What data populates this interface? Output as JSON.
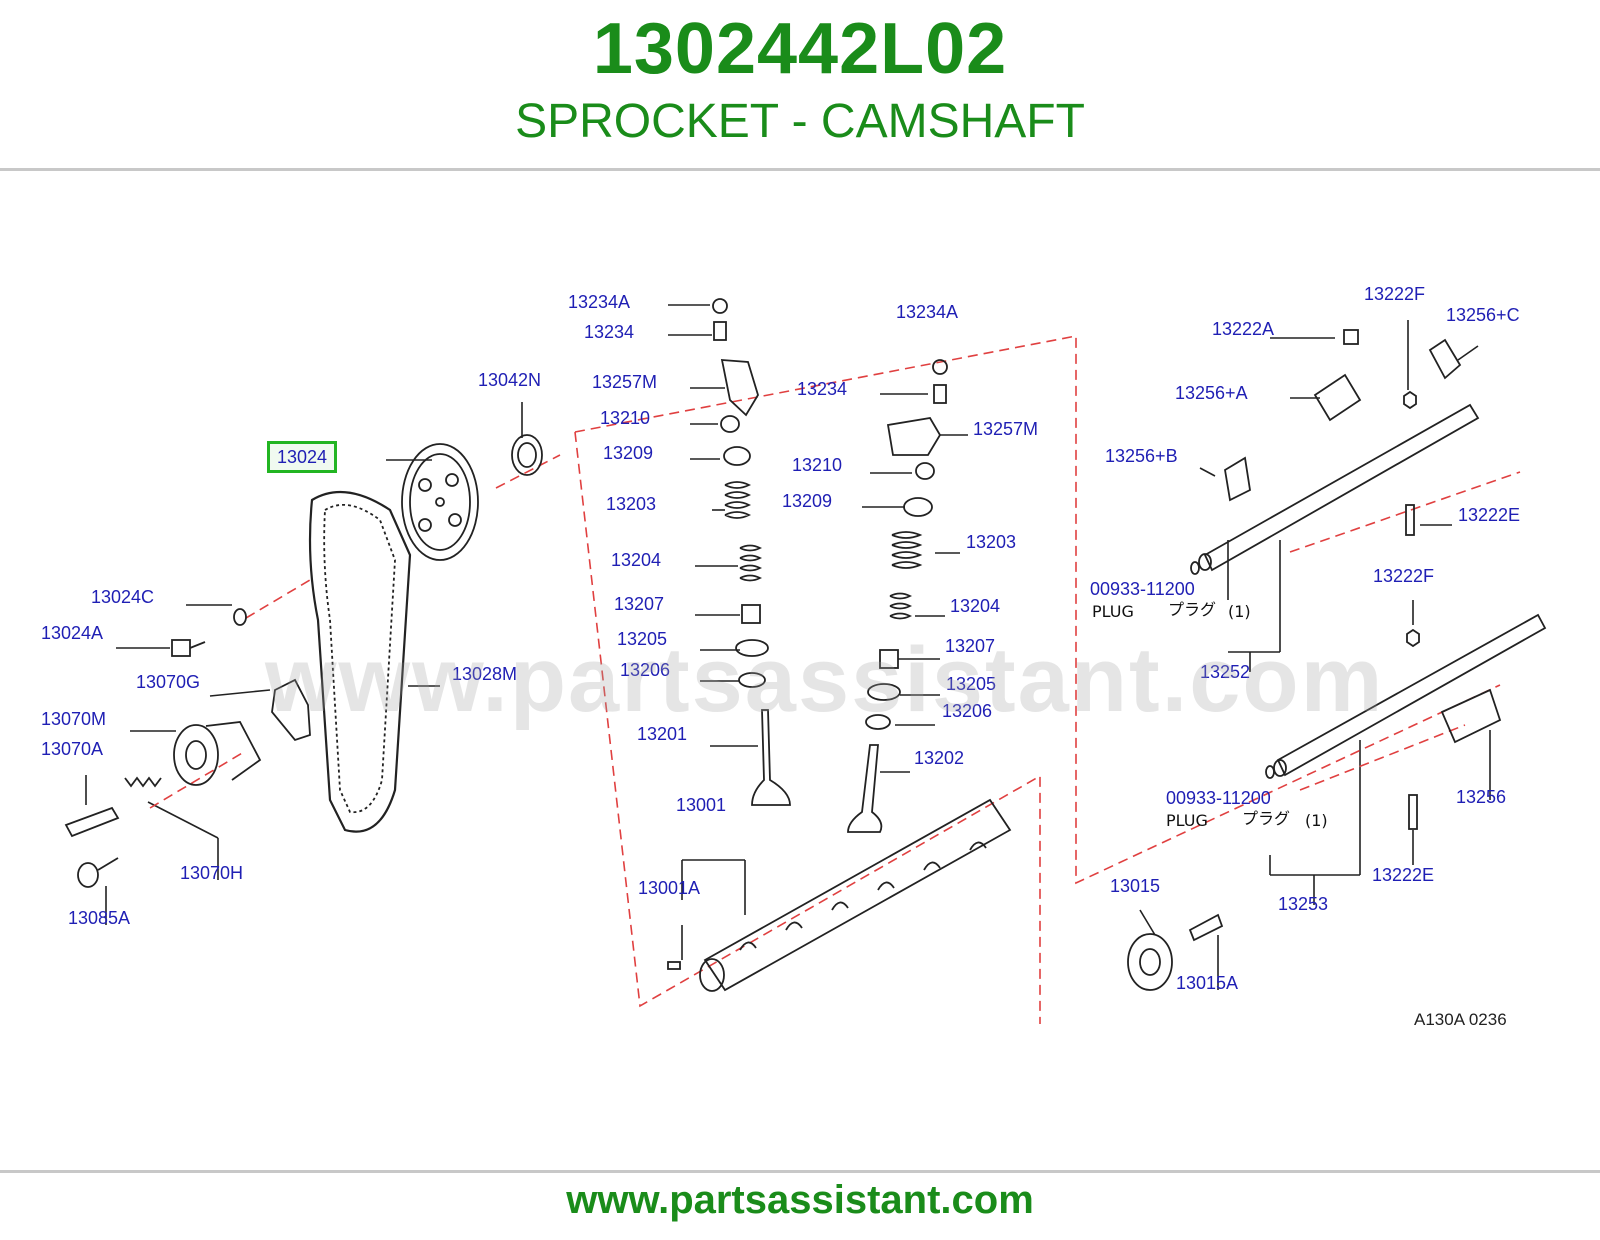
{
  "header": {
    "part_number": "1302442L02",
    "part_name": "SPROCKET - CAMSHAFT"
  },
  "diagram": {
    "highlighted_label": "13024",
    "callouts": {
      "c13234A_l": "13234A",
      "c13234_l": "13234",
      "c13257M_l": "13257M",
      "c13210_l": "13210",
      "c13209_l": "13209",
      "c13203_l": "13203",
      "c13204_l": "13204",
      "c13207_l": "13207",
      "c13205_l": "13205",
      "c13206_l": "13206",
      "c13201": "13201",
      "c13001": "13001",
      "c13001A": "13001A",
      "c13234A_r": "13234A",
      "c13234_r": "13234",
      "c13257M_r": "13257M",
      "c13210_r": "13210",
      "c13209_r": "13209",
      "c13203_r": "13203",
      "c13204_r": "13204",
      "c13207_r": "13207",
      "c13205_r": "13205",
      "c13206_r": "13206",
      "c13202": "13202",
      "c13042N": "13042N",
      "c13024C": "13024C",
      "c13024A": "13024A",
      "c13070G": "13070G",
      "c13028M": "13028M",
      "c13070M": "13070M",
      "c13070A": "13070A",
      "c13070H": "13070H",
      "c13085A": "13085A",
      "c13222F_t": "13222F",
      "c13222A": "13222A",
      "c13256C": "13256+C",
      "c13256A": "13256+A",
      "c13256B": "13256+B",
      "c13222E_t": "13222E",
      "c00933_t": "00933-11200",
      "c13252": "13252",
      "c13222F_b": "13222F",
      "c00933_b": "00933-11200",
      "c13256": "13256",
      "c13222E_b": "13222E",
      "c13253": "13253",
      "c13015": "13015",
      "c13015A": "13015A"
    },
    "plug_notes": {
      "top_plug": "PLUG",
      "top_jp": "プラグ",
      "top_qty": "(1)",
      "bottom_plug": "PLUG",
      "bottom_jp": "プラグ",
      "bottom_qty": "(1)"
    },
    "figure_code": "A130A   0236",
    "watermark": "www.partsassistant.com"
  },
  "footer": {
    "url": "www.partsassistant.com"
  },
  "colors": {
    "brand_green": "#1a8c1a",
    "callout_blue": "#1f1fb4",
    "highlight_border": "#22b522",
    "phantom_line_red": "#e04040"
  }
}
